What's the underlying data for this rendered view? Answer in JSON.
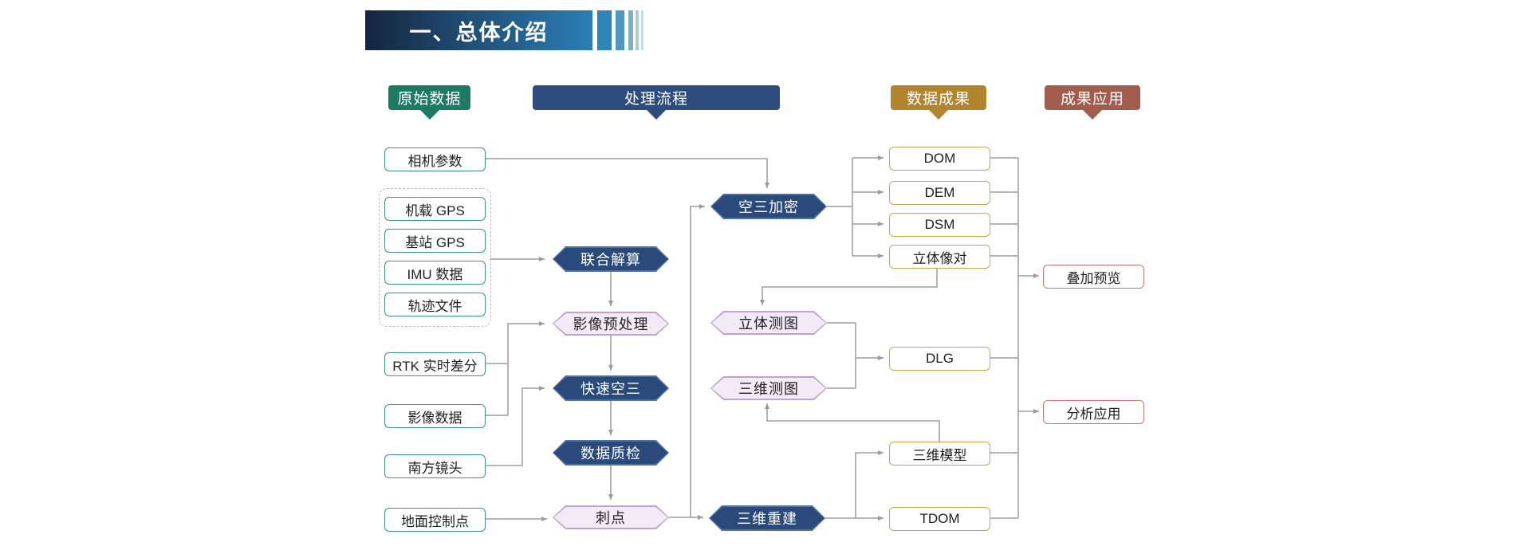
{
  "banner": {
    "title": "一、总体介绍"
  },
  "headers": {
    "raw": "原始数据",
    "process": "处理流程",
    "results": "数据成果",
    "apps": "成果应用"
  },
  "raw_nodes": {
    "camera": "相机参数",
    "gps": [
      "机载 GPS",
      "基站 GPS",
      "IMU 数据",
      "轨迹文件"
    ],
    "rtk": "RTK 实时差分",
    "imagery": "影像数据",
    "lens": "南方镜头",
    "gcp": "地面控制点"
  },
  "process_nodes": {
    "joint": "联合解算",
    "preprocess": "影像预处理",
    "fast_at": "快速空三",
    "qc": "数据质检",
    "prick": "刺点",
    "at_dense": "空三加密",
    "stereo_map": "立体测图",
    "map3d": "三维测图",
    "recon3d": "三维重建"
  },
  "result_nodes": {
    "dom": "DOM",
    "dem": "DEM",
    "dsm": "DSM",
    "stereo_pair": "立体像对",
    "dlg": "DLG",
    "model3d": "三维模型",
    "tdom": "TDOM"
  },
  "app_nodes": {
    "overlay": "叠加预览",
    "analysis": "分析应用"
  },
  "colors": {
    "banner_gradient_start": "#16253f",
    "banner_gradient_end": "#2b7fb4",
    "header_raw": "#1e7b63",
    "header_process": "#2e4d7e",
    "header_results": "#b28430",
    "header_apps": "#a15c4b",
    "hex_dark_fill": "#2a4a7c",
    "hex_light_fill": "#f2eaf7",
    "hex_light_border": "#c3a0d0",
    "raw_box_border": "#3c9488",
    "result_box_border": "#c9a254",
    "app_box_border": "#c0796a",
    "connector": "#9b9b9b"
  }
}
